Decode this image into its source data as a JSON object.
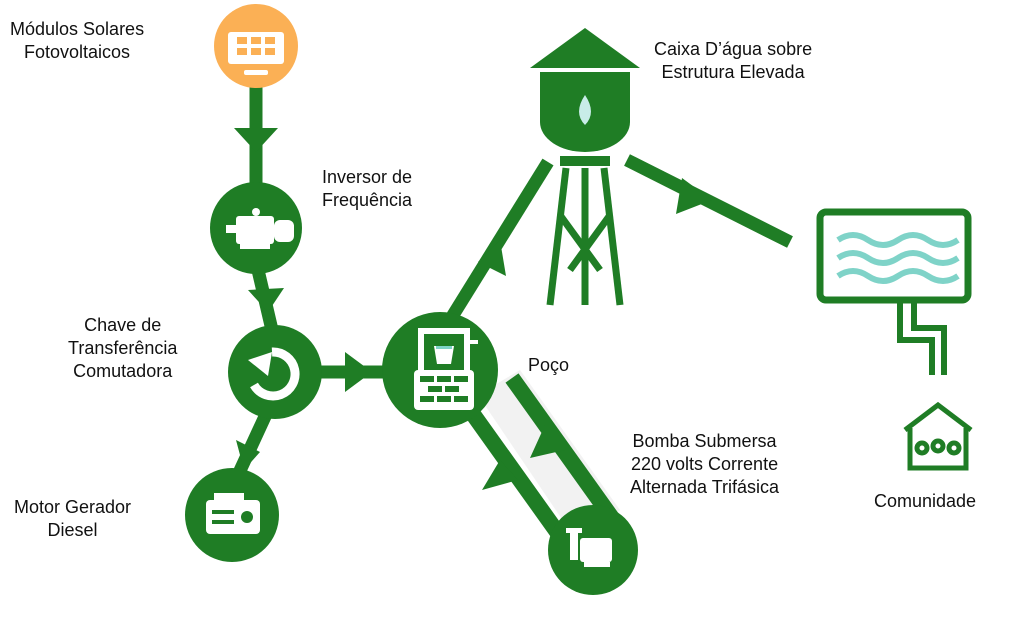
{
  "colors": {
    "green": "#1f7d25",
    "orange": "#fbb055",
    "teal": "#7fd3c8",
    "pipe_fill": "#f2f2f2"
  },
  "labels": {
    "solar": [
      "Módulos Solares",
      "Fotovoltaicos"
    ],
    "inverter": [
      "Inversor de",
      "Frequência"
    ],
    "switch": [
      "Chave de",
      "Transferência",
      "Comutadora"
    ],
    "generator": [
      "Motor Gerador",
      "Diesel"
    ],
    "well": "Poço",
    "tank": [
      "Caixa D’água sobre",
      "Estrutura Elevada"
    ],
    "pump": [
      "Bomba Submersa",
      "220 volts Corrente",
      "Alternada Trifásica"
    ],
    "community": "Comunidade"
  }
}
